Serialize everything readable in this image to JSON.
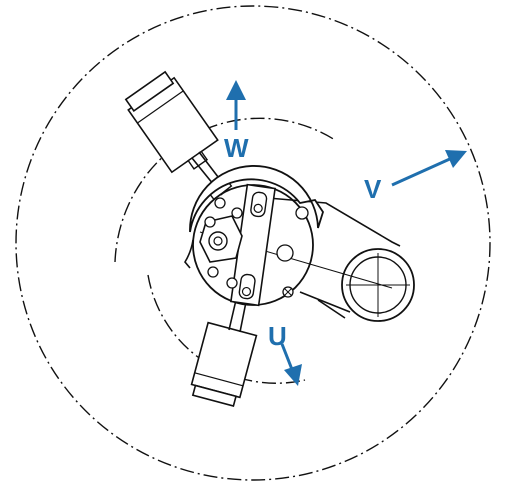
{
  "colors": {
    "line": "#111111",
    "accent": "#1f6fae",
    "background": "#ffffff"
  },
  "labels": {
    "w": "W",
    "v": "V",
    "u": "U"
  }
}
